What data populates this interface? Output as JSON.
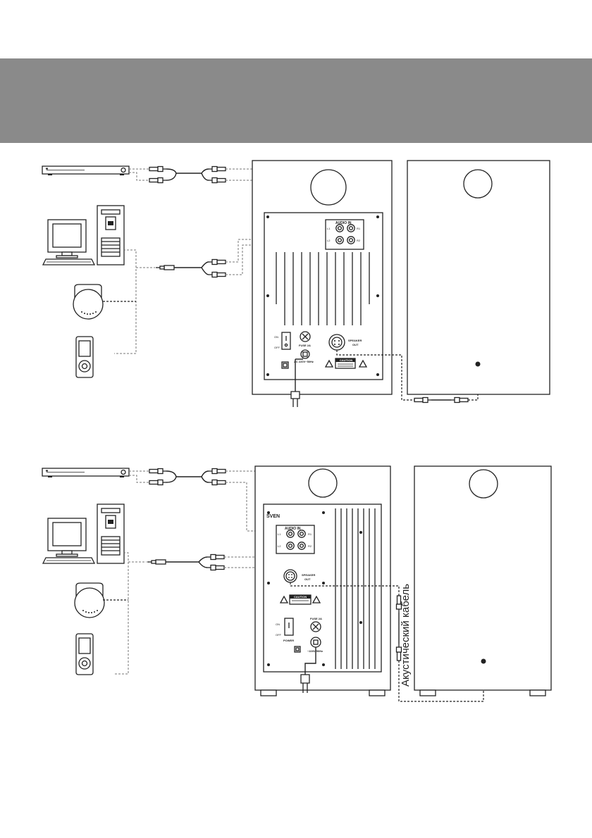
{
  "labels": {
    "audio_in": "AUDIO IN",
    "l1": "L1",
    "r1": "R1",
    "l2": "L2",
    "r2": "R2",
    "on": "ON",
    "off": "OFF",
    "fuse": "FUSE 2A",
    "ac_top": "AC 220V~50Hz",
    "ac_bottom": "~220V/50Hz",
    "speaker_out_1": "SPEAKER",
    "speaker_out_2": "OUT",
    "caution": "CAUTION",
    "power": "POWER",
    "brand": "SVEN",
    "cable": "Акустический кабель"
  }
}
